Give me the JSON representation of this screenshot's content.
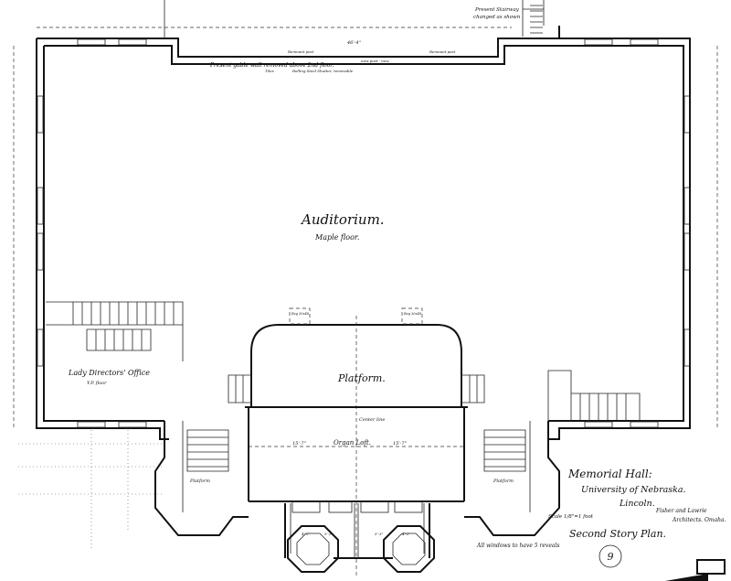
{
  "drawing": {
    "title": "Memorial Hall:",
    "institution": "University of Nebraska.",
    "city": "Lincoln.",
    "architects_line1": "Fisher and Lawrie",
    "architects_line2": "Architects. Omaha.",
    "scale": "Scale 1/8\"=1 foot",
    "plan_name": "Second Story Plan.",
    "sheet_number": "9"
  },
  "rooms": {
    "auditorium": "Auditorium.",
    "auditorium_floor": "Maple floor.",
    "platform": "Platform.",
    "organ_loft": "Organ Loft.",
    "center_line": "Center line",
    "lady_office": "Lady Directors' Office",
    "lady_office_floor": "Y.P. floor",
    "left_platform": "Platform",
    "right_platform": "Platform"
  },
  "notes": {
    "stairway": "Present Stairway",
    "stairway2": "changed as shown",
    "gable": "Present gable wall removed above 2nd floor.",
    "remnant_post_left": "Remnant post",
    "remnant_post_right": "Remnant post",
    "new_post": "new post - new",
    "tiles": "Tiles",
    "rolling_shutter": "Rolling Steel Shutter, removable",
    "windows": "All windows to have 5 reveals",
    "reg_left": "Reg 30x48",
    "reg_right": "Reg 30x48"
  },
  "dimensions": {
    "top_span": "46'-4\"",
    "organ_left": "15'-7\"",
    "organ_right": "15'-7\"",
    "portico_1": "4'-2\"",
    "portico_2": "5'-3\"",
    "portico_3": "5'-3\"",
    "portico_4": "4'-2\""
  }
}
